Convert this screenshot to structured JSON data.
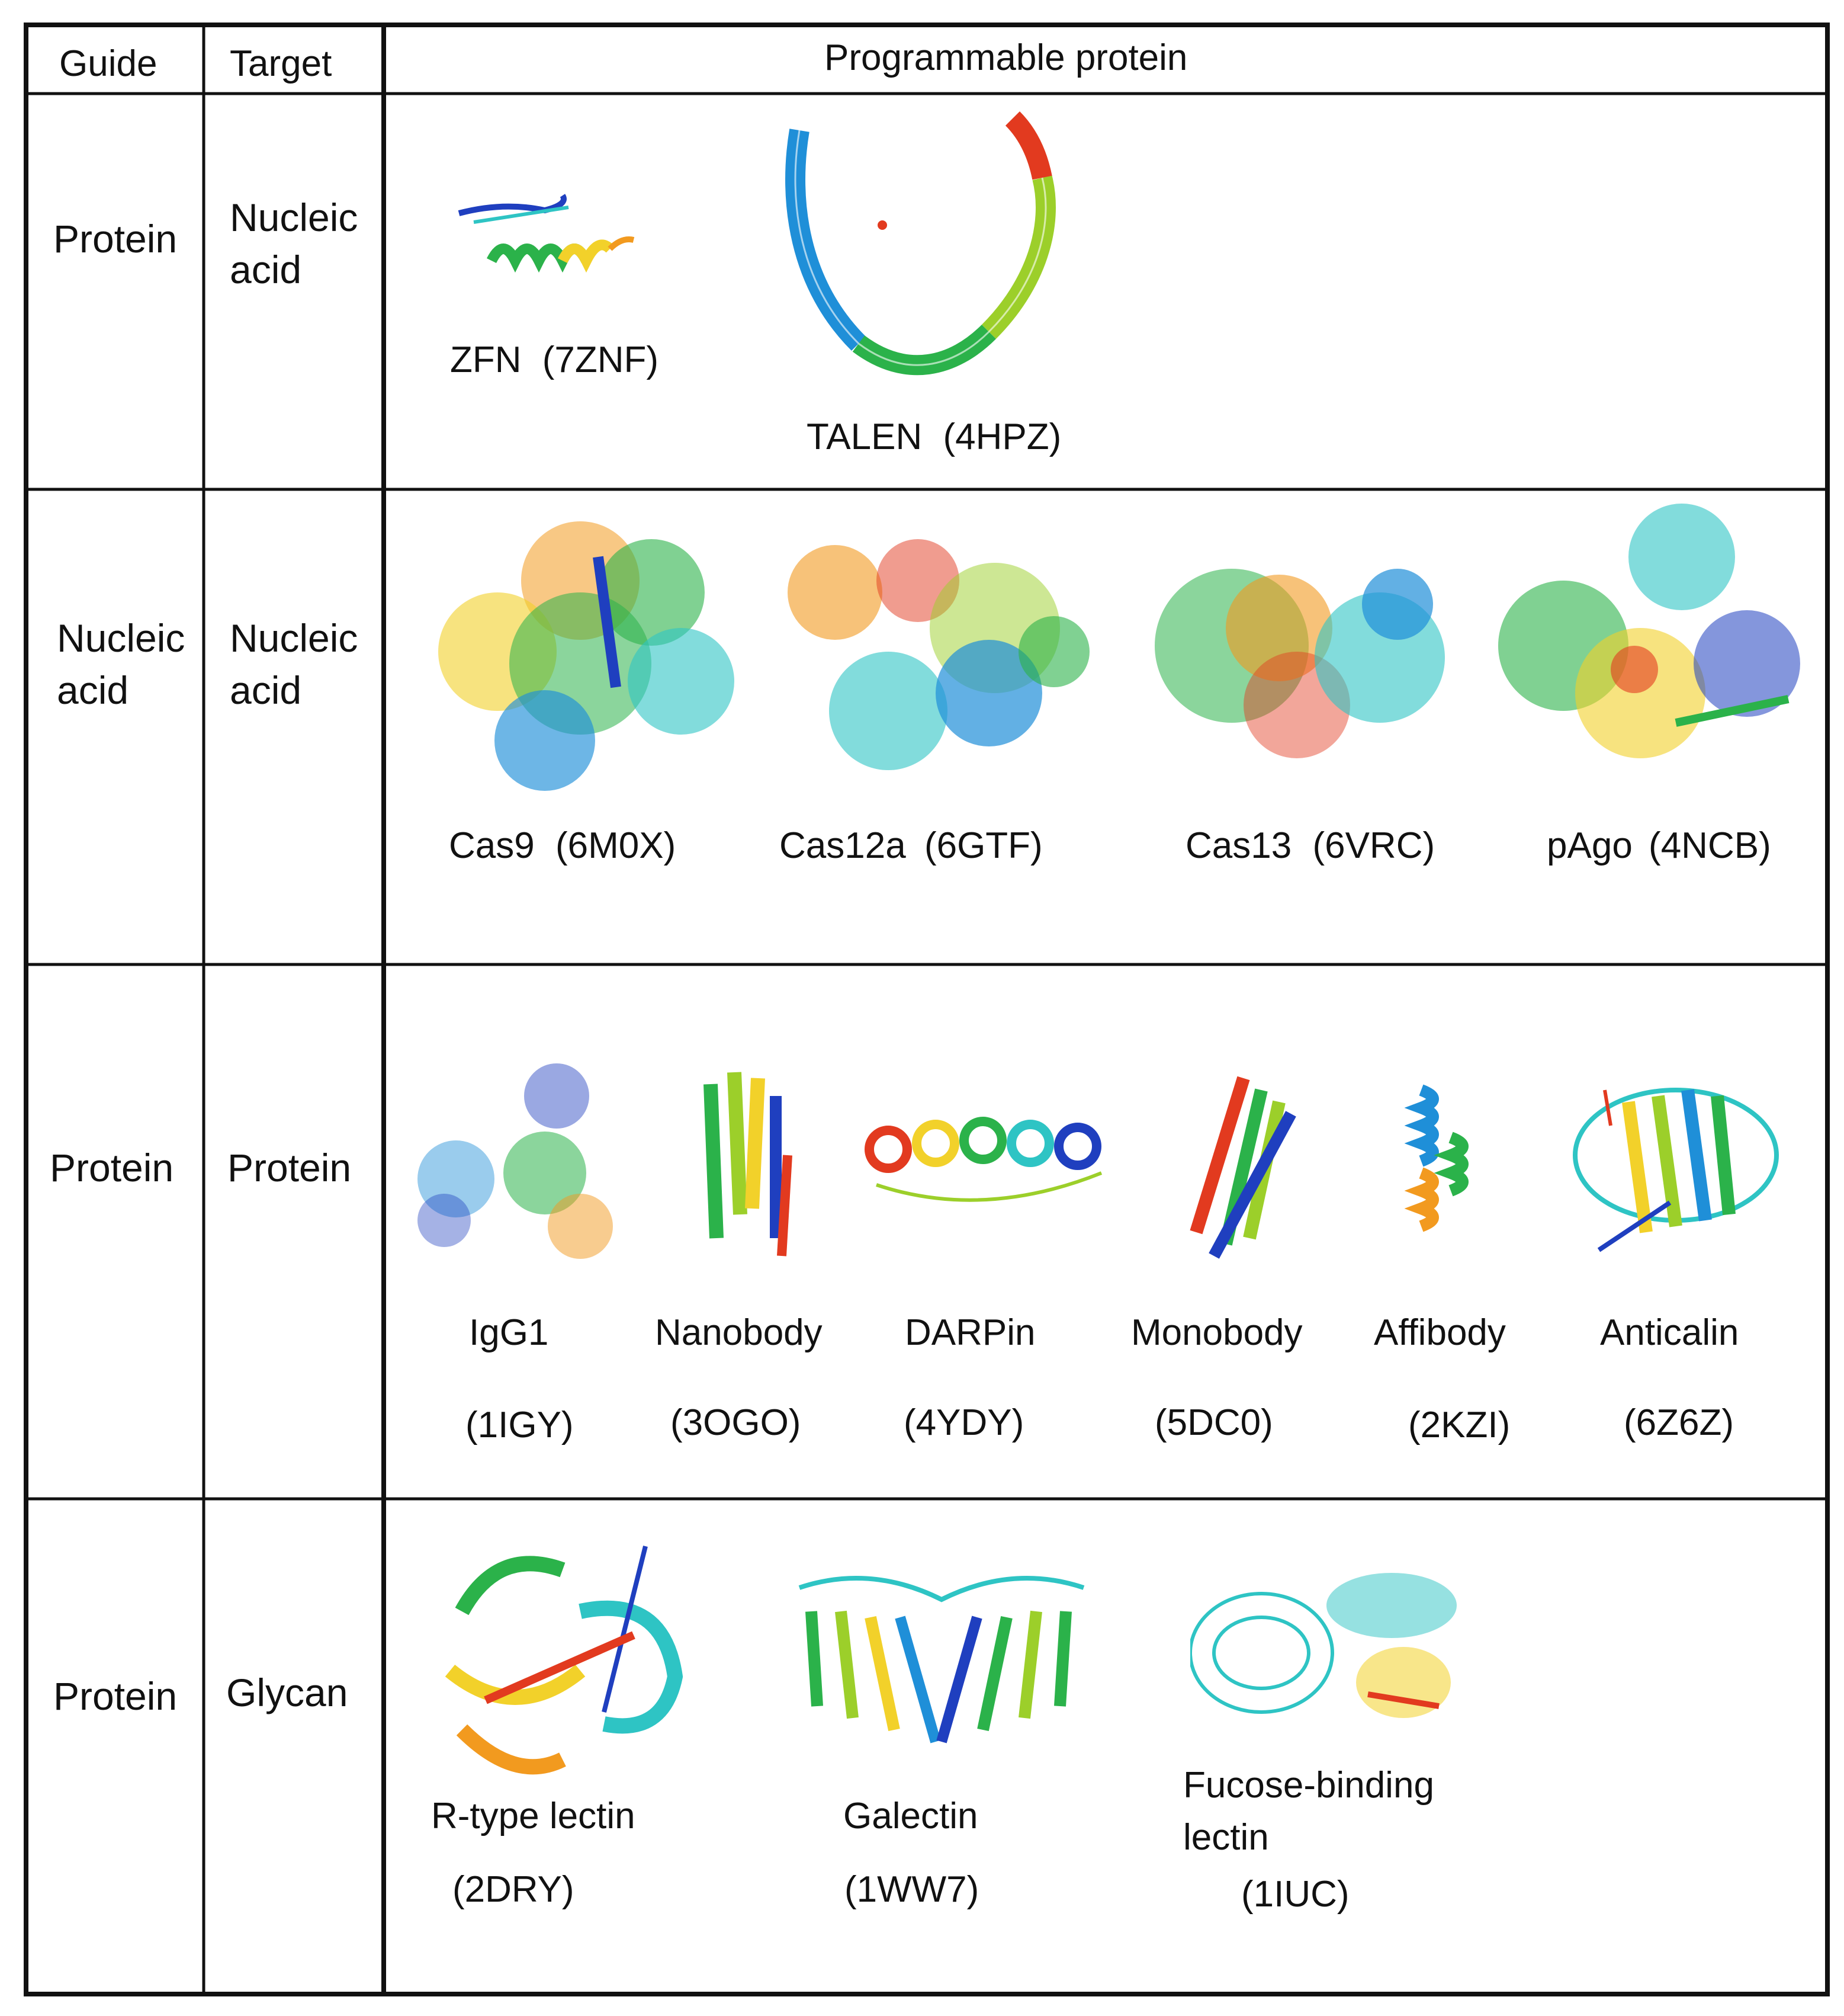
{
  "header": {
    "guide": "Guide",
    "target": "Target",
    "programmable": "Programmable protein"
  },
  "rows": [
    {
      "guide": "Protein",
      "target": [
        "Nucleic",
        "acid"
      ],
      "proteins": [
        {
          "name": "ZFN",
          "pdb": "(7ZNF)"
        },
        {
          "name": "TALEN",
          "pdb": "(4HPZ)"
        }
      ]
    },
    {
      "guide": [
        "Nucleic",
        "acid"
      ],
      "target": [
        "Nucleic",
        "acid"
      ],
      "proteins": [
        {
          "name": "Cas9",
          "pdb": "(6M0X)"
        },
        {
          "name": "Cas12a",
          "pdb": "(6GTF)"
        },
        {
          "name": "Cas13",
          "pdb": "(6VRC)"
        },
        {
          "name": "pAgo",
          "pdb": "(4NCB)"
        }
      ]
    },
    {
      "guide": "Protein",
      "target": "Protein",
      "proteins": [
        {
          "name": "IgG1",
          "pdb": "(1IGY)"
        },
        {
          "name": "Nanobody",
          "pdb": "(3OGO)"
        },
        {
          "name": "DARPin",
          "pdb": "(4YDY)"
        },
        {
          "name": "Monobody",
          "pdb": "(5DC0)"
        },
        {
          "name": "Affibody",
          "pdb": "(2KZI)"
        },
        {
          "name": "Anticalin",
          "pdb": "(6Z6Z)"
        }
      ]
    },
    {
      "guide": "Protein",
      "target": "Glycan",
      "proteins": [
        {
          "name": "R-type lectin",
          "pdb": "(2DRY)"
        },
        {
          "name": "Galectin",
          "pdb": "(1WW7)"
        },
        {
          "name": [
            "Fucose-binding",
            "lectin"
          ],
          "pdb": "(1IUC)"
        }
      ]
    }
  ],
  "colors": {
    "rainbow": [
      "#1f3fbf",
      "#1f8fd8",
      "#2ec4c4",
      "#2bb24a",
      "#9ccf2a",
      "#f2d12a",
      "#f29a1f",
      "#e23a1f"
    ]
  }
}
